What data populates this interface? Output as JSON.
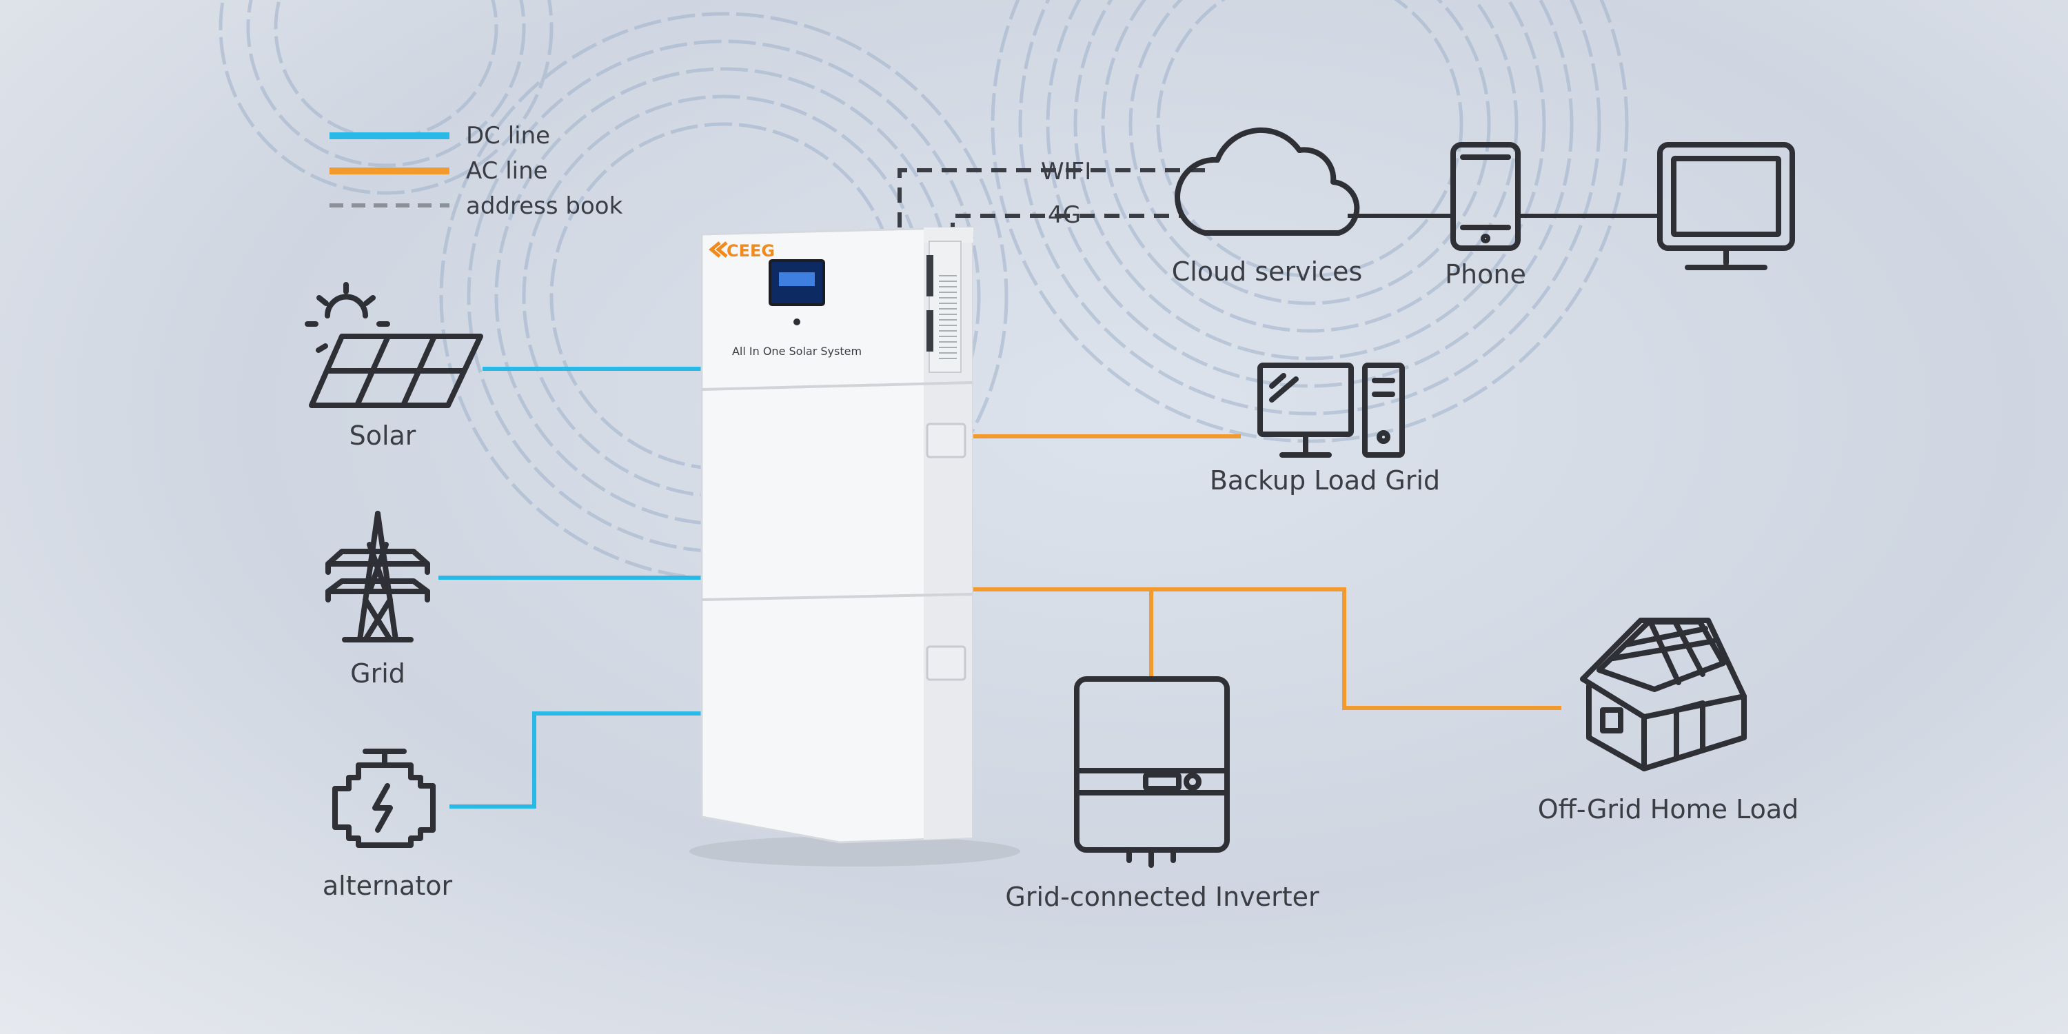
{
  "legend": {
    "dc_label": "DC line",
    "ac_label": "AC line",
    "comm_label": "address book",
    "dc_color": "#29b9e6",
    "ac_color": "#f29a2e",
    "comm_color": "#3a3d44"
  },
  "links": {
    "wifi_label": "WIFI",
    "g4_label": "4G"
  },
  "device": {
    "brand": "CEEG",
    "caption": "All In One Solar System",
    "brand_color": "#f08a1c"
  },
  "nodes": {
    "solar": "Solar",
    "grid": "Grid",
    "alternator": "alternator",
    "cloud": "Cloud services",
    "phone": "Phone",
    "backup": "Backup Load Grid",
    "inverter": "Grid-connected Inverter",
    "home": "Off-Grid Home Load"
  },
  "icons": {
    "solar": "solar-panel-icon",
    "grid": "power-tower-icon",
    "alternator": "engine-icon",
    "cloud": "cloud-icon",
    "phone": "phone-icon",
    "monitor": "monitor-icon",
    "backup": "desktop-computer-icon",
    "inverter": "inverter-icon",
    "home": "solar-house-icon"
  }
}
